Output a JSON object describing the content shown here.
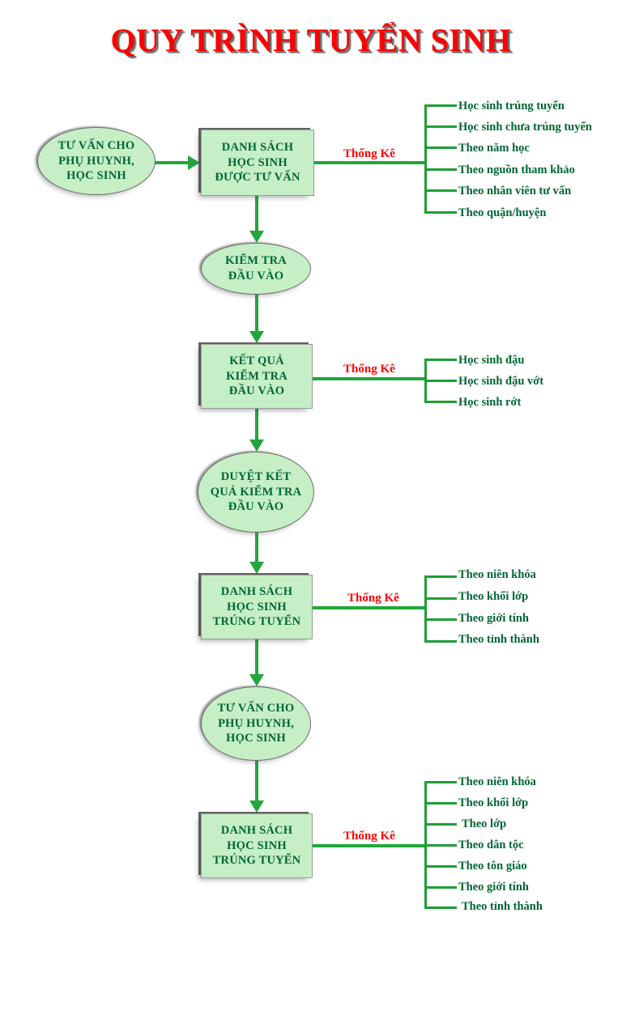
{
  "title": "QUY TRÌNH TUYỂN SINH",
  "colors": {
    "title_red": "#ff0000",
    "node_fill": "#c6efc6",
    "node_text": "#006633",
    "connector_green": "#22a63a",
    "branch_green": "#1f9e36",
    "stat_label_red": "#ff0000",
    "background": "#ffffff"
  },
  "stat_label": "Thống Kê",
  "nodes": [
    {
      "id": "consult-start",
      "shape": "ellipse",
      "lines": [
        "TƯ VẤN CHO",
        "PHỤ HUYNH,",
        "HỌC SINH"
      ]
    },
    {
      "id": "consulted-student-list",
      "shape": "box",
      "lines": [
        "DANH SÁCH",
        "HỌC SINH",
        "ĐƯỢC TƯ VẤN"
      ]
    },
    {
      "id": "entrance-exam",
      "shape": "ellipse",
      "lines": [
        "KIỂM TRA",
        "ĐẦU VÀO"
      ]
    },
    {
      "id": "entrance-exam-result",
      "shape": "box",
      "lines": [
        "KẾT QUẢ",
        "KIỂM TRA",
        "ĐẦU VÀO"
      ]
    },
    {
      "id": "approve-exam-result",
      "shape": "ellipse",
      "lines": [
        "DUYỆT KẾT",
        "QUẢ KIỂM TRA",
        "ĐẦU VÀO"
      ]
    },
    {
      "id": "admitted-student-list",
      "shape": "box",
      "lines": [
        "DANH SÁCH",
        "HỌC SINH",
        "TRÚNG TUYỂN"
      ]
    },
    {
      "id": "consult-again",
      "shape": "ellipse",
      "lines": [
        "TƯ VẤN CHO",
        "PHỤ HUYNH,",
        "HỌC SINH"
      ]
    },
    {
      "id": "final-admitted-list",
      "shape": "box",
      "lines": [
        "DANH SÁCH",
        "HỌC SINH",
        "TRÚNG TUYỂN"
      ]
    }
  ],
  "branches": [
    {
      "id": "branch-consulted",
      "source": "consulted-student-list",
      "label": "Thống Kê",
      "items": [
        "Học sinh trúng tuyển",
        "Học sinh chưa trúng tuyển",
        "Theo năm học",
        "Theo nguồn tham khảo",
        "Theo nhân viên tư vấn",
        "Theo quận/huyện"
      ]
    },
    {
      "id": "branch-exam-result",
      "source": "entrance-exam-result",
      "label": "Thống Kê",
      "items": [
        "Học sinh đậu",
        "Học sinh đậu vớt",
        "Học sinh rớt"
      ]
    },
    {
      "id": "branch-admitted",
      "source": "admitted-student-list",
      "label": "Thống Kê",
      "items": [
        "Theo niên khóa",
        "Theo khối lớp",
        "Theo giới tính",
        "Theo tỉnh thành"
      ]
    },
    {
      "id": "branch-final-admitted",
      "source": "final-admitted-list",
      "label": "Thống Kê",
      "items": [
        "Theo niên khóa",
        "Theo khối lớp",
        "Theo lớp",
        "Theo dân tộc",
        "Theo tôn giáo",
        "Theo giới tính",
        "Theo tỉnh thành"
      ]
    }
  ]
}
